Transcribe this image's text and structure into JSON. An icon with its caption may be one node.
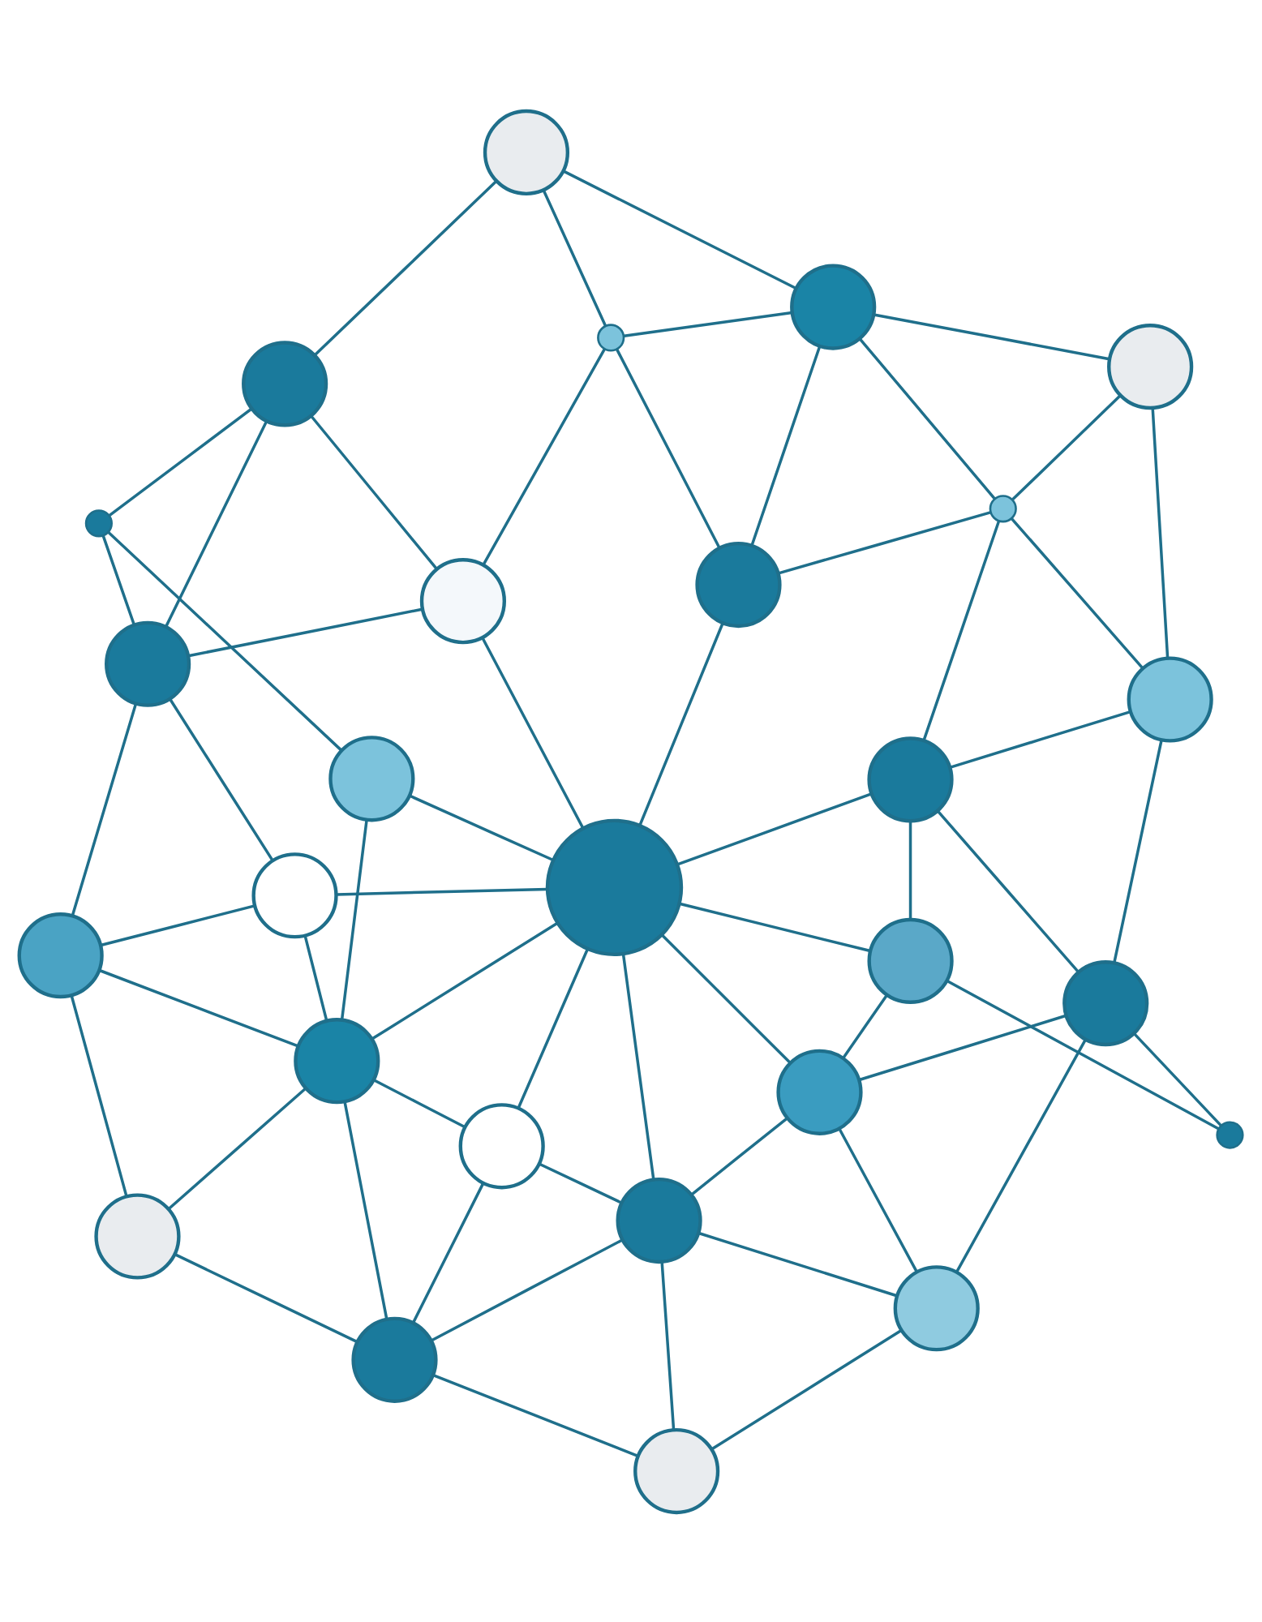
{
  "diagram": {
    "nodes": [
      {
        "text": [],
        "shape": "person"
      },
      {
        "text": [],
        "shape": "person"
      },
      {
        "text": [],
        "shape": "person"
      },
      {
        "text": [],
        "shape": "person"
      },
      {
        "text": [],
        "shape": "person"
      },
      {
        "text": [],
        "shape": "person"
      },
      {
        "text": [],
        "shape": "person"
      },
      {
        "text": [],
        "shape": "person"
      },
      {
        "text": [],
        "shape": "person"
      },
      {
        "text": [],
        "shape": "person"
      },
      {
        "text": [],
        "shape": "person"
      },
      {
        "text": [],
        "shape": "circle"
      },
      {
        "text": [],
        "shape": "person"
      },
      {
        "text": [],
        "shape": "person"
      },
      {
        "text": [],
        "shape": "person"
      },
      {
        "text": [],
        "shape": "circle"
      },
      {
        "text": [],
        "shape": "person"
      },
      {
        "text": [],
        "shape": "person"
      },
      {
        "text": [],
        "shape": "person"
      },
      {
        "text": [],
        "shape": "person"
      },
      {
        "text": [],
        "shape": "circle"
      },
      {
        "text": [],
        "shape": "circle"
      },
      {
        "text": [],
        "shape": "person"
      },
      {
        "text": [],
        "shape": "person"
      },
      {
        "text": [],
        "shape": "person"
      },
      {
        "text": [],
        "shape": "person"
      },
      {
        "text": [],
        "shape": "person"
      }
    ],
    "edges": [
      {
        "from": 0,
        "to": 1,
        "arrow": "none"
      },
      {
        "from": 0,
        "to": 2,
        "arrow": "none"
      },
      {
        "from": 1,
        "to": 3,
        "arrow": "none"
      },
      {
        "from": 2,
        "to": 4,
        "arrow": "none"
      },
      {
        "from": 3,
        "to": 10,
        "arrow": "none"
      },
      {
        "from": 4,
        "to": 16,
        "arrow": "none"
      },
      {
        "from": 10,
        "to": 22,
        "arrow": "none"
      },
      {
        "from": 16,
        "to": 23,
        "arrow": "none"
      },
      {
        "from": 22,
        "to": 24,
        "arrow": "none"
      },
      {
        "from": 23,
        "to": 25,
        "arrow": "none"
      },
      {
        "from": 24,
        "to": 26,
        "arrow": "none"
      },
      {
        "from": 25,
        "to": 26,
        "arrow": "none"
      },
      {
        "from": 0,
        "to": 5,
        "arrow": "none"
      },
      {
        "from": 0,
        "to": 6,
        "arrow": "none"
      },
      {
        "from": 0,
        "to": 7,
        "arrow": "none"
      },
      {
        "from": 1,
        "to": 5,
        "arrow": "none"
      },
      {
        "from": 2,
        "to": 7,
        "arrow": "none"
      },
      {
        "from": 3,
        "to": 5,
        "arrow": "none"
      },
      {
        "from": 3,
        "to": 8,
        "arrow": "none"
      },
      {
        "from": 4,
        "to": 7,
        "arrow": "none"
      },
      {
        "from": 4,
        "to": 9,
        "arrow": "none"
      },
      {
        "from": 5,
        "to": 6,
        "arrow": "none"
      },
      {
        "from": 6,
        "to": 7,
        "arrow": "none"
      },
      {
        "from": 5,
        "to": 8,
        "arrow": "none"
      },
      {
        "from": 5,
        "to": 12,
        "arrow": "none"
      },
      {
        "from": 5,
        "to": 13,
        "arrow": "none"
      },
      {
        "from": 6,
        "to": 13,
        "arrow": "none"
      },
      {
        "from": 7,
        "to": 13,
        "arrow": "none"
      },
      {
        "from": 7,
        "to": 9,
        "arrow": "none"
      },
      {
        "from": 8,
        "to": 10,
        "arrow": "none"
      },
      {
        "from": 8,
        "to": 13,
        "arrow": "none"
      },
      {
        "from": 9,
        "to": 13,
        "arrow": "none"
      },
      {
        "from": 9,
        "to": 14,
        "arrow": "none"
      },
      {
        "from": 9,
        "to": 16,
        "arrow": "none"
      },
      {
        "from": 10,
        "to": 11,
        "arrow": "none"
      },
      {
        "from": 11,
        "to": 12,
        "arrow": "none"
      },
      {
        "from": 12,
        "to": 13,
        "arrow": "none"
      },
      {
        "from": 13,
        "to": 14,
        "arrow": "none"
      },
      {
        "from": 14,
        "to": 15,
        "arrow": "none"
      },
      {
        "from": 15,
        "to": 16,
        "arrow": "none"
      },
      {
        "from": 10,
        "to": 17,
        "arrow": "none"
      },
      {
        "from": 11,
        "to": 22,
        "arrow": "none"
      },
      {
        "from": 13,
        "to": 17,
        "arrow": "none"
      },
      {
        "from": 13,
        "to": 18,
        "arrow": "none"
      },
      {
        "from": 13,
        "to": 19,
        "arrow": "none"
      },
      {
        "from": 14,
        "to": 18,
        "arrow": "none"
      },
      {
        "from": 16,
        "to": 18,
        "arrow": "none"
      },
      {
        "from": 17,
        "to": 22,
        "arrow": "none"
      },
      {
        "from": 17,
        "to": 20,
        "arrow": "none"
      },
      {
        "from": 20,
        "to": 19,
        "arrow": "none"
      },
      {
        "from": 20,
        "to": 24,
        "arrow": "none"
      },
      {
        "from": 20,
        "to": 26,
        "arrow": "none"
      },
      {
        "from": 21,
        "to": 19,
        "arrow": "none"
      },
      {
        "from": 21,
        "to": 18,
        "arrow": "none"
      },
      {
        "from": 21,
        "to": 23,
        "arrow": "none"
      },
      {
        "from": 21,
        "to": 25,
        "arrow": "none"
      },
      {
        "from": 21,
        "to": 26,
        "arrow": "none"
      },
      {
        "from": 18,
        "to": 23,
        "arrow": "none"
      },
      {
        "from": 19,
        "to": 26,
        "arrow": "none"
      }
    ]
  }
}
